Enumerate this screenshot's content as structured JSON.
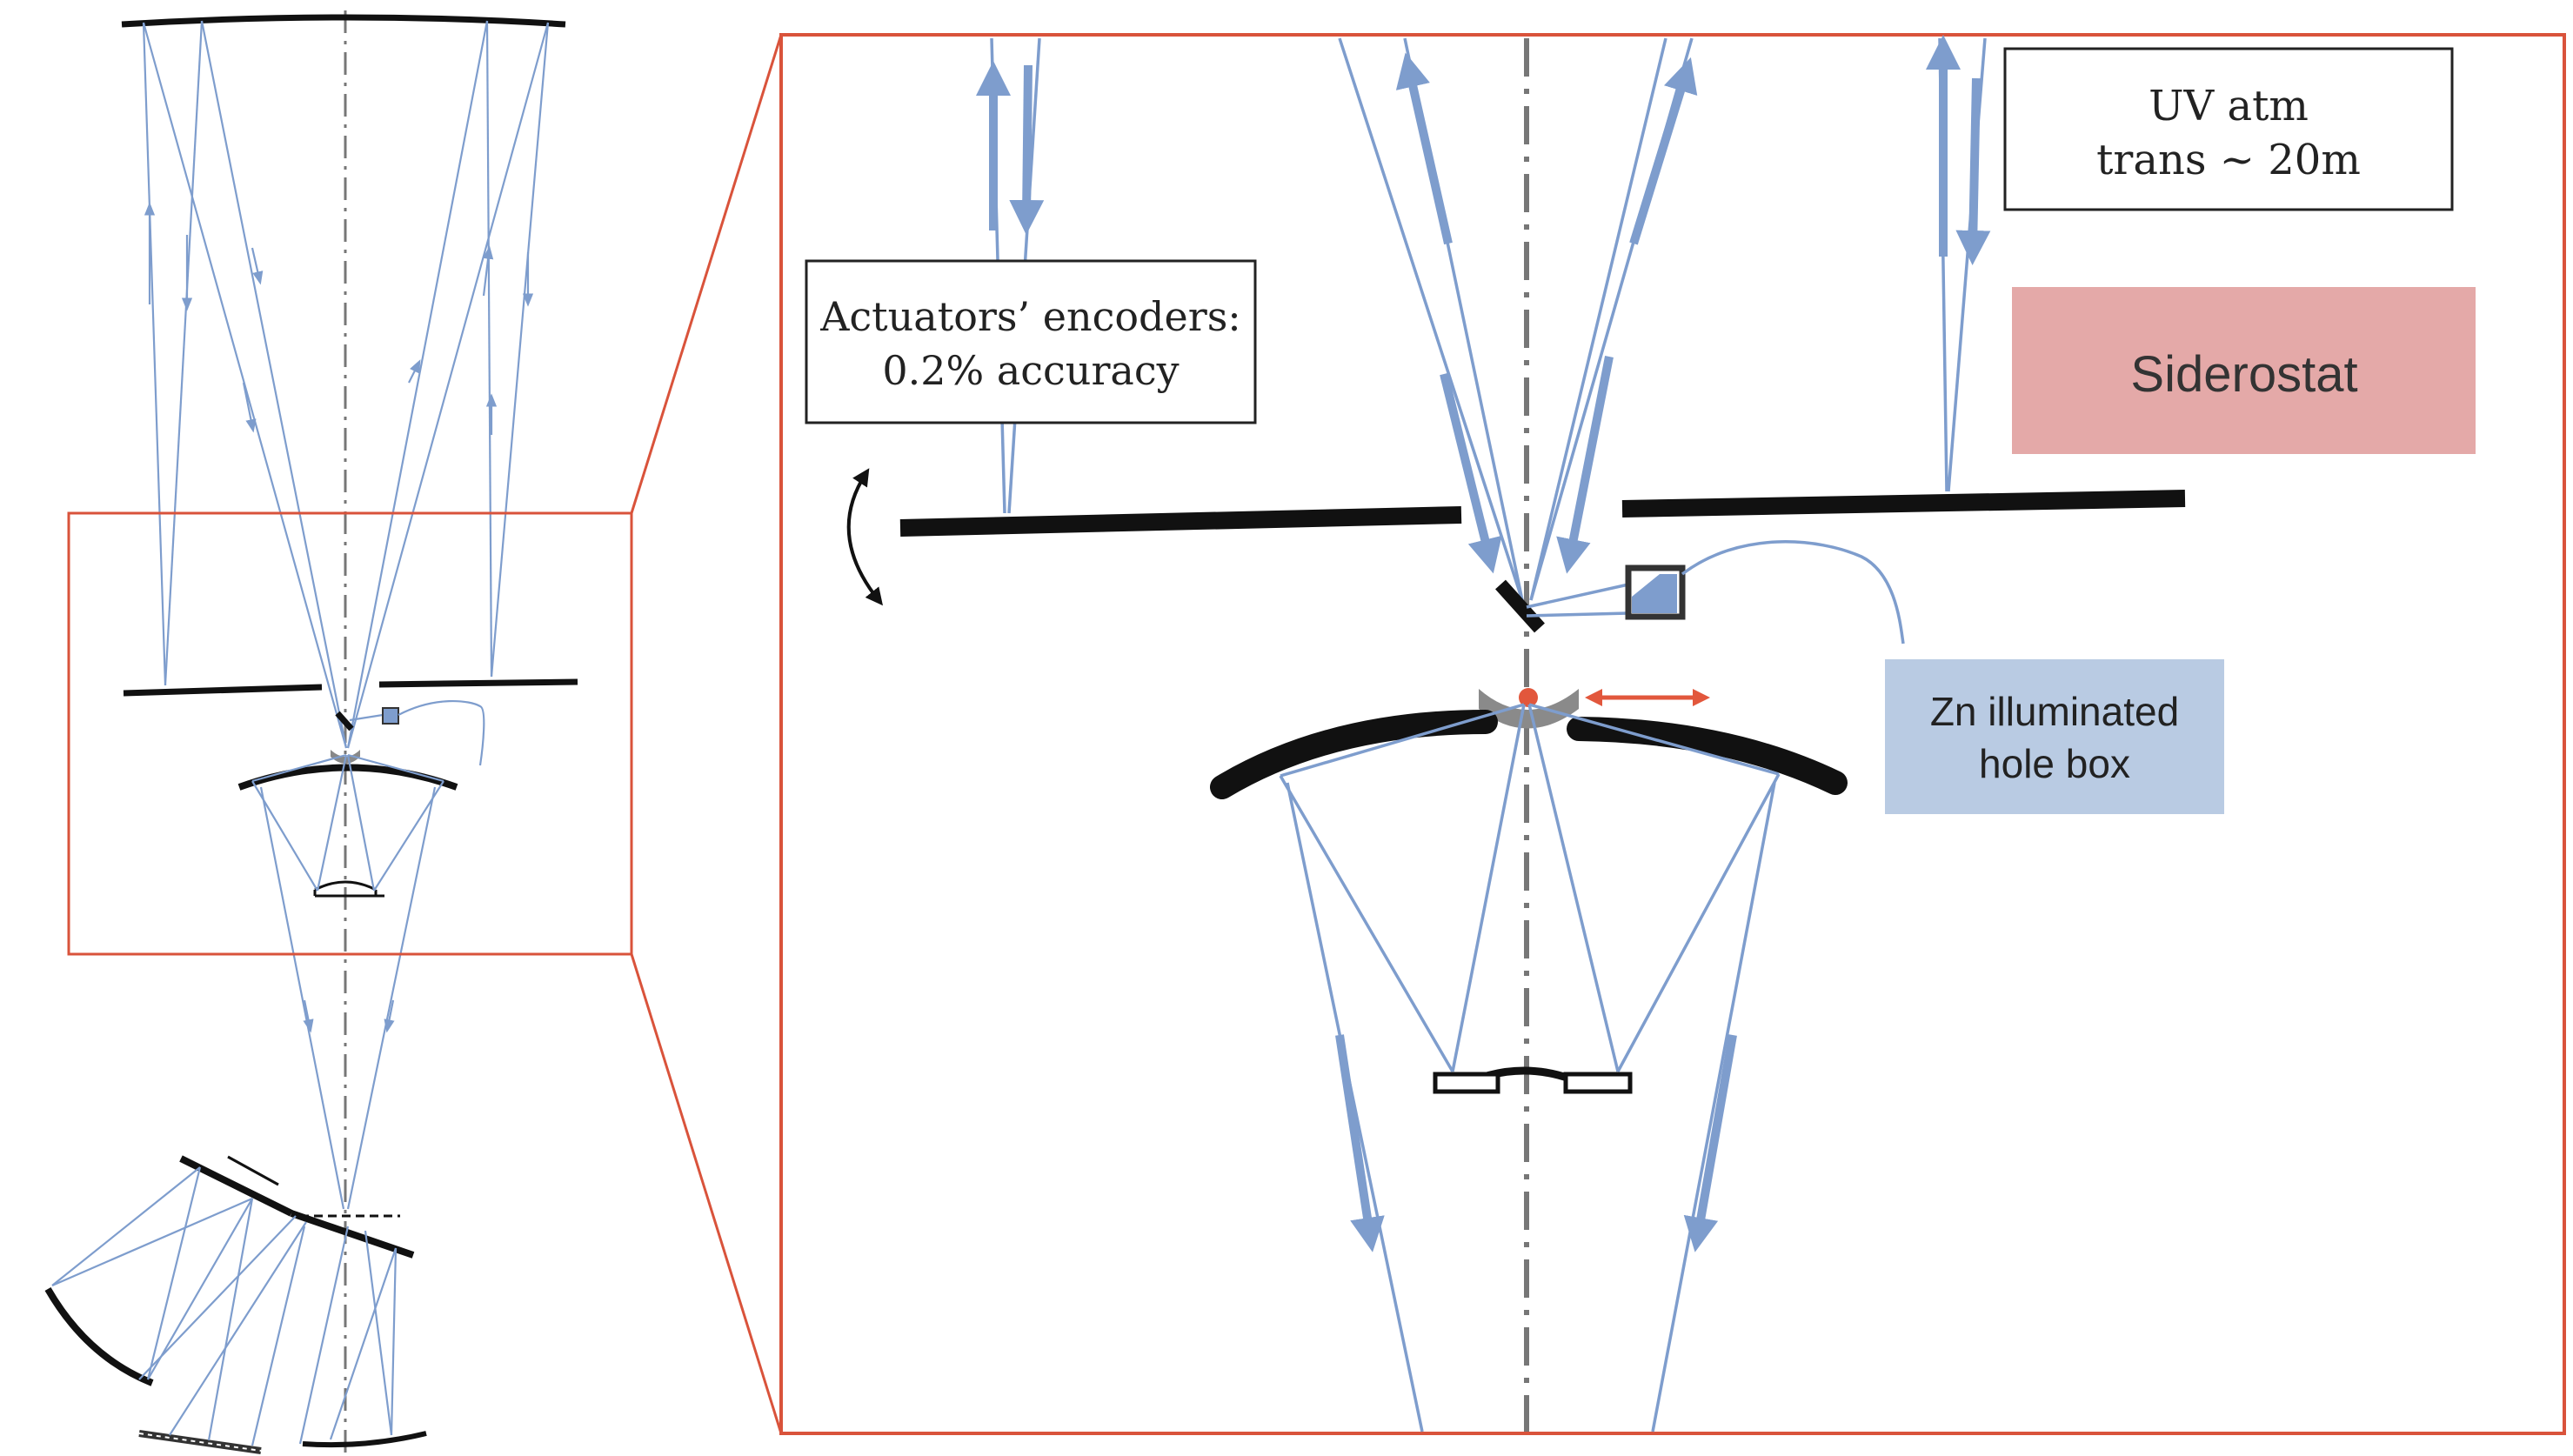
{
  "labels": {
    "uv_box": [
      "UV atm",
      "trans ~ 20m"
    ],
    "actuators_box": [
      "Actuators’ encoders:",
      "0.2% accuracy"
    ],
    "siderostat": "Siderostat",
    "hole_box": [
      "Zn illuminated",
      "hole box"
    ]
  },
  "colors": {
    "frame": "#d9533b",
    "ray": "#7e9dcd",
    "mirror": "#111111",
    "siderostat_fill": "#e4a9a8",
    "holebox_fill": "#b9cbe3",
    "motion_arrow": "#e2573c"
  }
}
